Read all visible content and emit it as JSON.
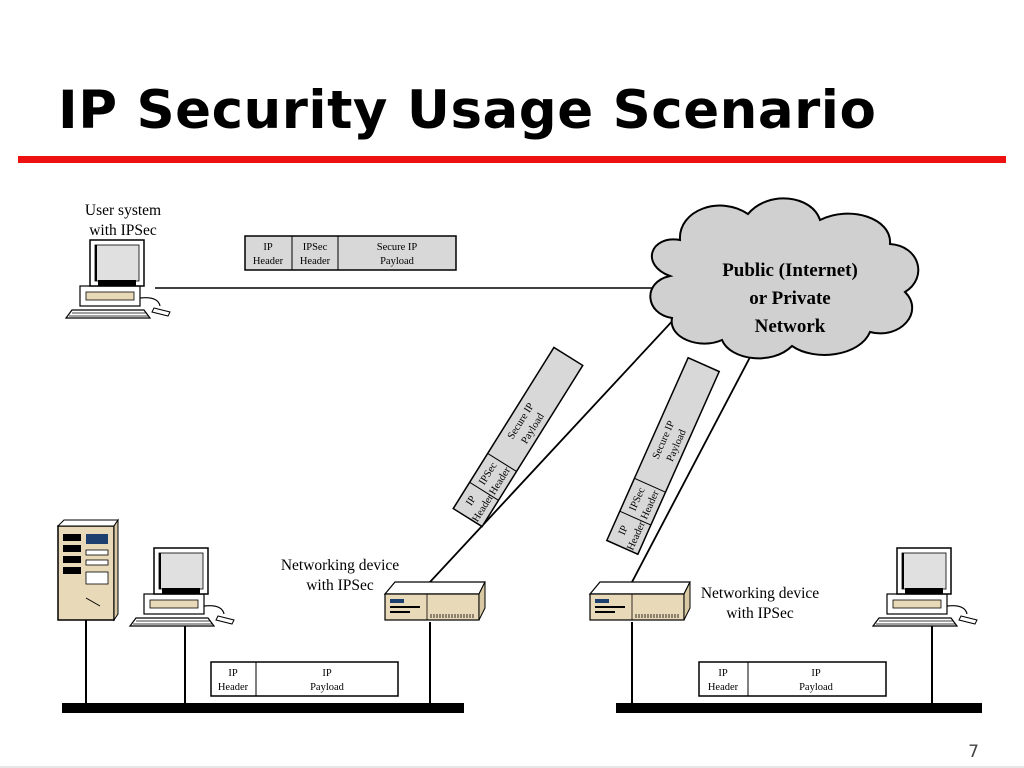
{
  "slide": {
    "title": "IP Security Usage Scenario",
    "page_number": "7",
    "accent_color": "#ee1111"
  },
  "diagram": {
    "user_system": {
      "label_line1": "User system",
      "label_line2": "with IPSec"
    },
    "cloud": {
      "line1": "Public (Internet)",
      "line2": "or Private",
      "line3": "Network",
      "fill_color": "#d0d0d0"
    },
    "secure_packet": {
      "ip_header": [
        "IP",
        "Header"
      ],
      "ipsec_header": [
        "IPSec",
        "Header"
      ],
      "secure_payload": [
        "Secure IP",
        "Payload"
      ],
      "fill_color": "#d8d8d8"
    },
    "plain_packet": {
      "ip_header": [
        "IP",
        "Header"
      ],
      "ip_payload": [
        "IP",
        "Payload"
      ]
    },
    "device_left": {
      "label_line1": "Networking device",
      "label_line2": "with IPSec"
    },
    "device_right": {
      "label_line1": "Networking device",
      "label_line2": "with IPSec"
    },
    "icons": [
      "workstation-icon",
      "server-tower-icon",
      "router-icon",
      "cloud-icon"
    ]
  }
}
